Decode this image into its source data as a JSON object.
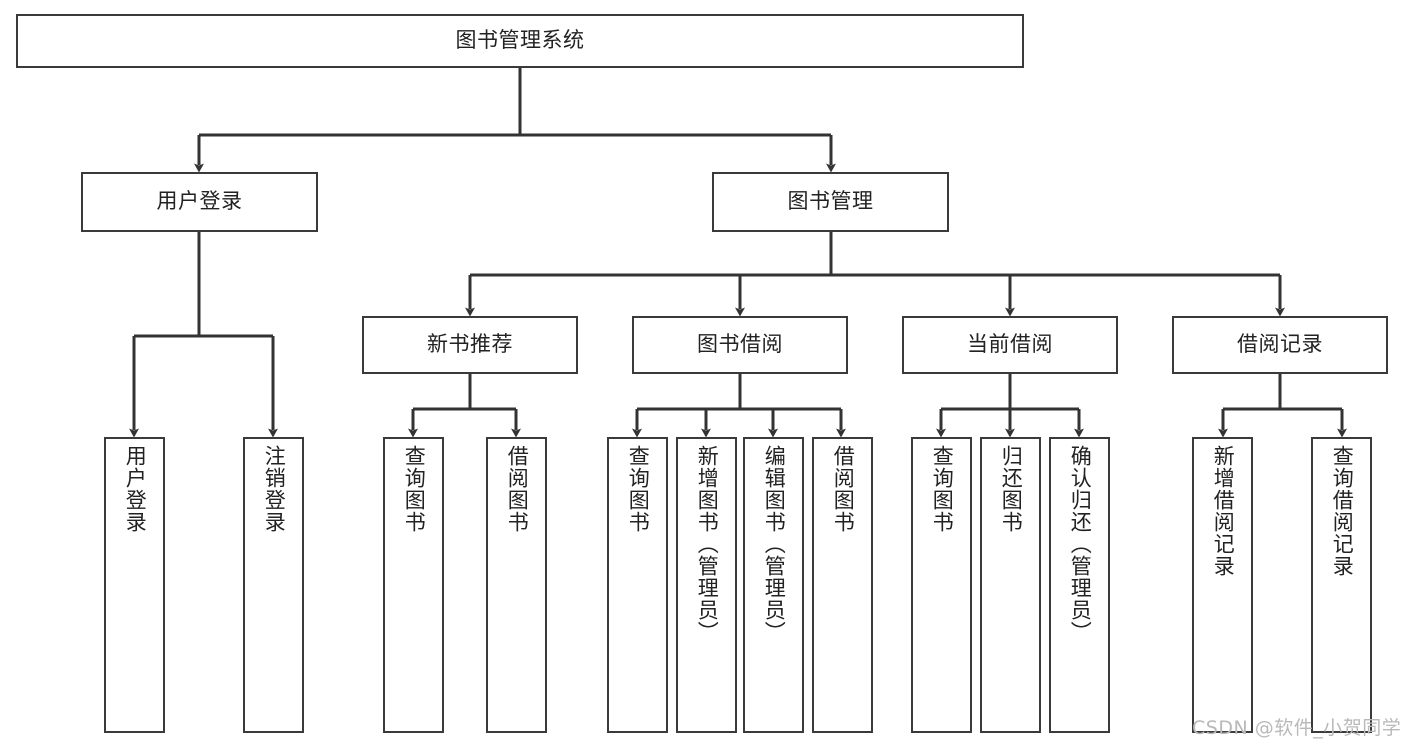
{
  "diagram": {
    "type": "tree",
    "title": "图书管理系统",
    "style": {
      "background": "#ffffff",
      "box_border": "#3a3a3a",
      "box_fill": "#ffffff",
      "text_color": "#222222",
      "connector_color": "#333333",
      "watermark_color": "#b9b9b9"
    },
    "root": {
      "label": "图书管理系统"
    },
    "level1": [
      {
        "label": "用户登录"
      },
      {
        "label": "图书管理"
      }
    ],
    "level2": [
      {
        "label": "新书推荐"
      },
      {
        "label": "图书借阅"
      },
      {
        "label": "当前借阅"
      },
      {
        "label": "借阅记录"
      }
    ],
    "leaves": {
      "user_login": [
        {
          "label": "用户登录"
        },
        {
          "label": "注销登录"
        }
      ],
      "new_book_recommend": [
        {
          "label": "查询图书"
        },
        {
          "label": "借阅图书"
        }
      ],
      "book_borrow": [
        {
          "label": "查询图书"
        },
        {
          "label": "新增图书（管理员）"
        },
        {
          "label": "编辑图书（管理员）"
        },
        {
          "label": "借阅图书"
        }
      ],
      "current_borrow": [
        {
          "label": "查询图书"
        },
        {
          "label": "归还图书"
        },
        {
          "label": "确认归还（管理员）"
        }
      ],
      "borrow_record": [
        {
          "label": "新增借阅记录"
        },
        {
          "label": "查询借阅记录"
        }
      ]
    }
  },
  "watermark": {
    "text": "CSDN @软件_小贺同学"
  }
}
